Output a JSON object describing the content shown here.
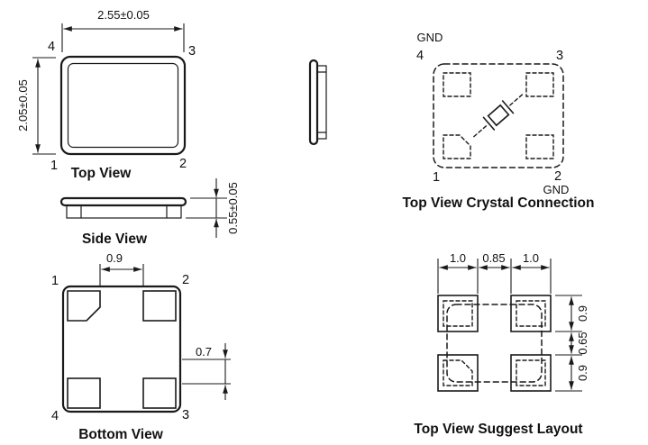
{
  "figures": {
    "top_view": {
      "title": "Top View",
      "dim_width": "2.55±0.05",
      "dim_height": "2.05±0.05",
      "pin_tl": "4",
      "pin_tr": "3",
      "pin_bl": "1",
      "pin_br": "2"
    },
    "side_view": {
      "title": "Side View",
      "dim_height": "0.55±0.05"
    },
    "bottom_view": {
      "title": "Bottom View",
      "dim_pitch_x": "0.9",
      "dim_pitch_y": "0.7",
      "pin_tl": "1",
      "pin_tr": "2",
      "pin_bl": "4",
      "pin_br": "3"
    },
    "crystal_connection": {
      "title": "Top View Crystal Connection",
      "gnd_top": "GND",
      "gnd_bottom": "GND",
      "pin_tl": "4",
      "pin_tr": "3",
      "pin_bl": "1",
      "pin_br": "2"
    },
    "suggest_layout": {
      "title": "Top View Suggest Layout",
      "dim_top_left": "1.0",
      "dim_top_mid": "0.85",
      "dim_top_right": "1.0",
      "dim_side_top": "0.9",
      "dim_side_mid": "0.65",
      "dim_side_bottom": "0.9"
    }
  },
  "colors": {
    "line": "#1a1a1a",
    "background": "#ffffff"
  }
}
